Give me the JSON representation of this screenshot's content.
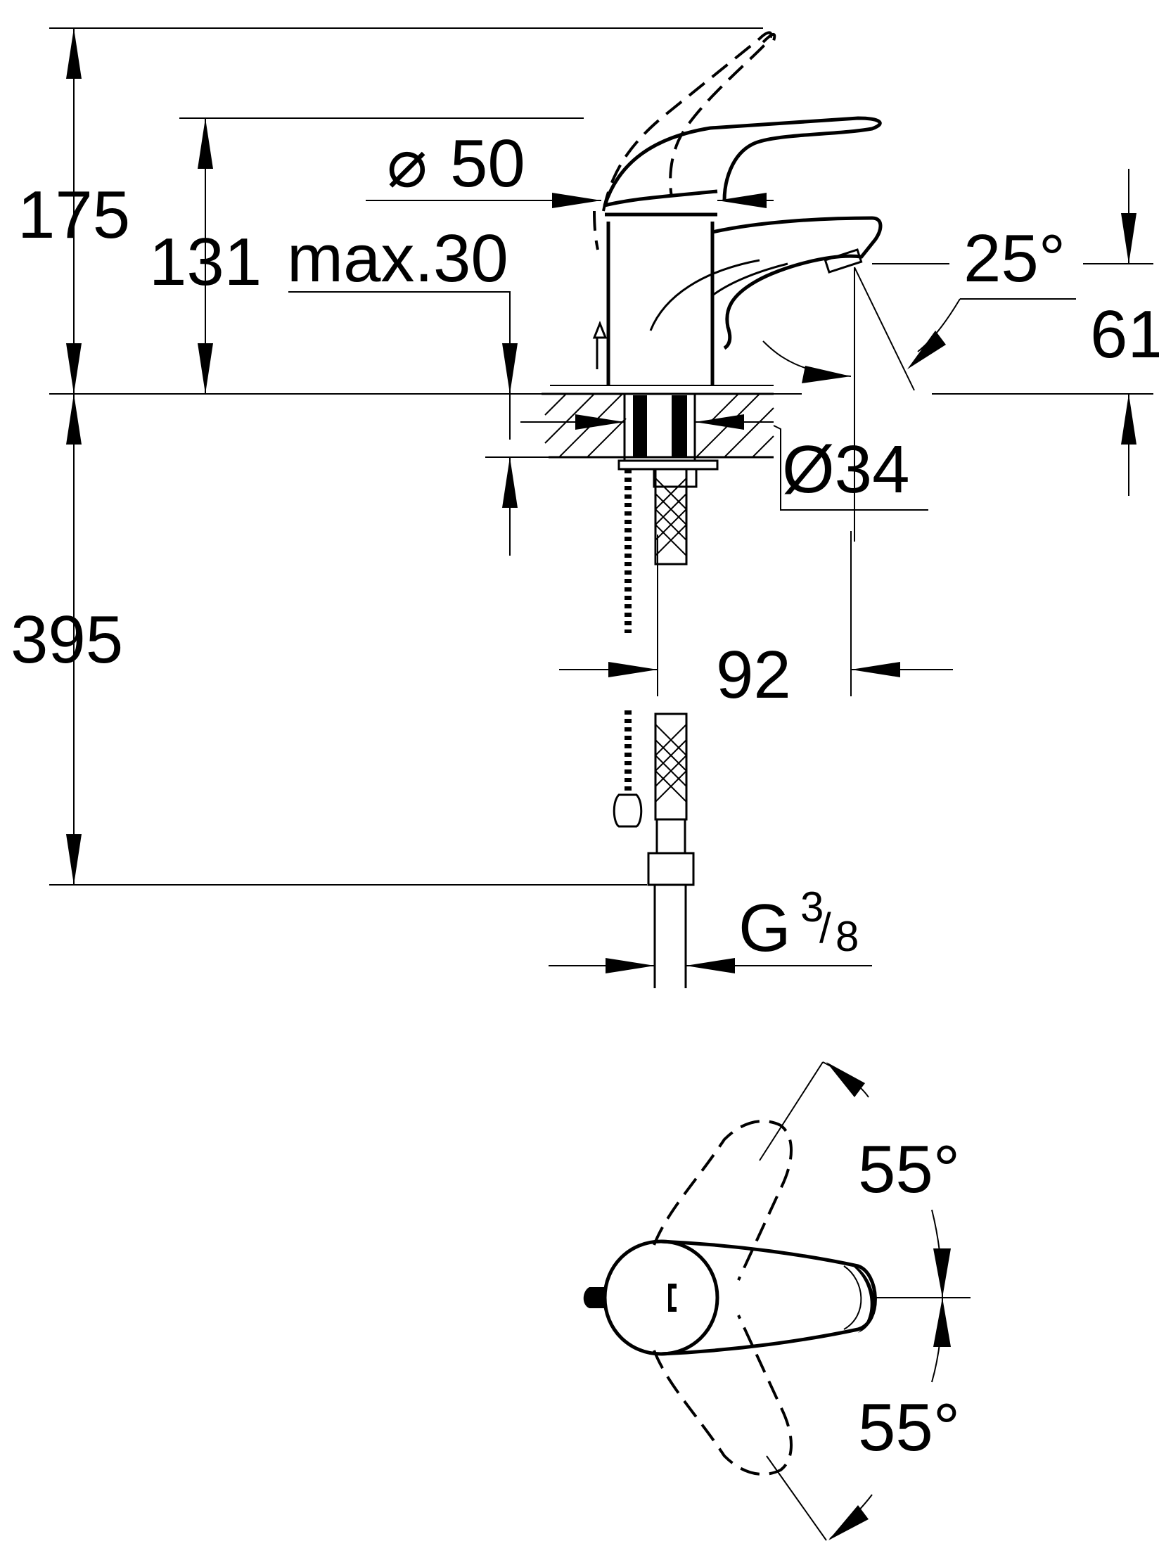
{
  "labels": {
    "height_total": "175",
    "height_handle": "131",
    "max_thickness": "max.30",
    "diameter_body": "50",
    "diameter_body_symbol": "⌀",
    "spout_angle": "25°",
    "spout_height": "61",
    "diameter_hole": "Ø34",
    "hose_length": "395",
    "spout_reach": "92",
    "connection_prefix": "G",
    "connection_numerator": "3",
    "connection_slash": "/",
    "connection_denominator": "8",
    "rotation_up": "55°",
    "rotation_down": "55°"
  }
}
